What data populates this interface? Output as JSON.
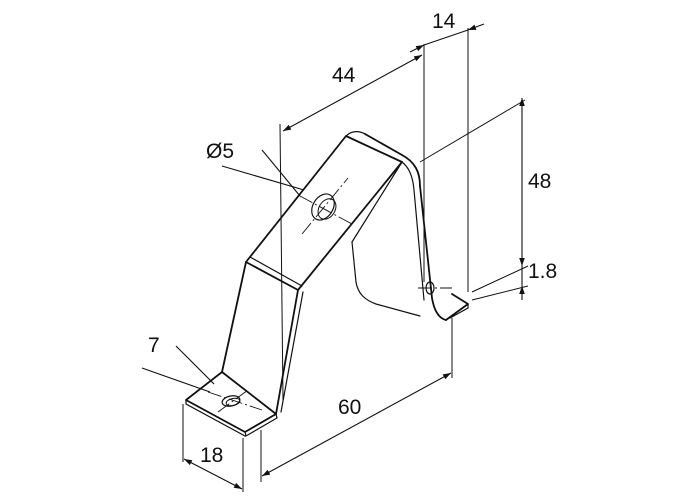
{
  "dimensions": {
    "top_length": "44",
    "top_offset": "14",
    "hole_top": "Ø5",
    "height": "48",
    "thickness": "1.8",
    "hole_bottom": "7",
    "span": "60",
    "foot_width": "18"
  }
}
